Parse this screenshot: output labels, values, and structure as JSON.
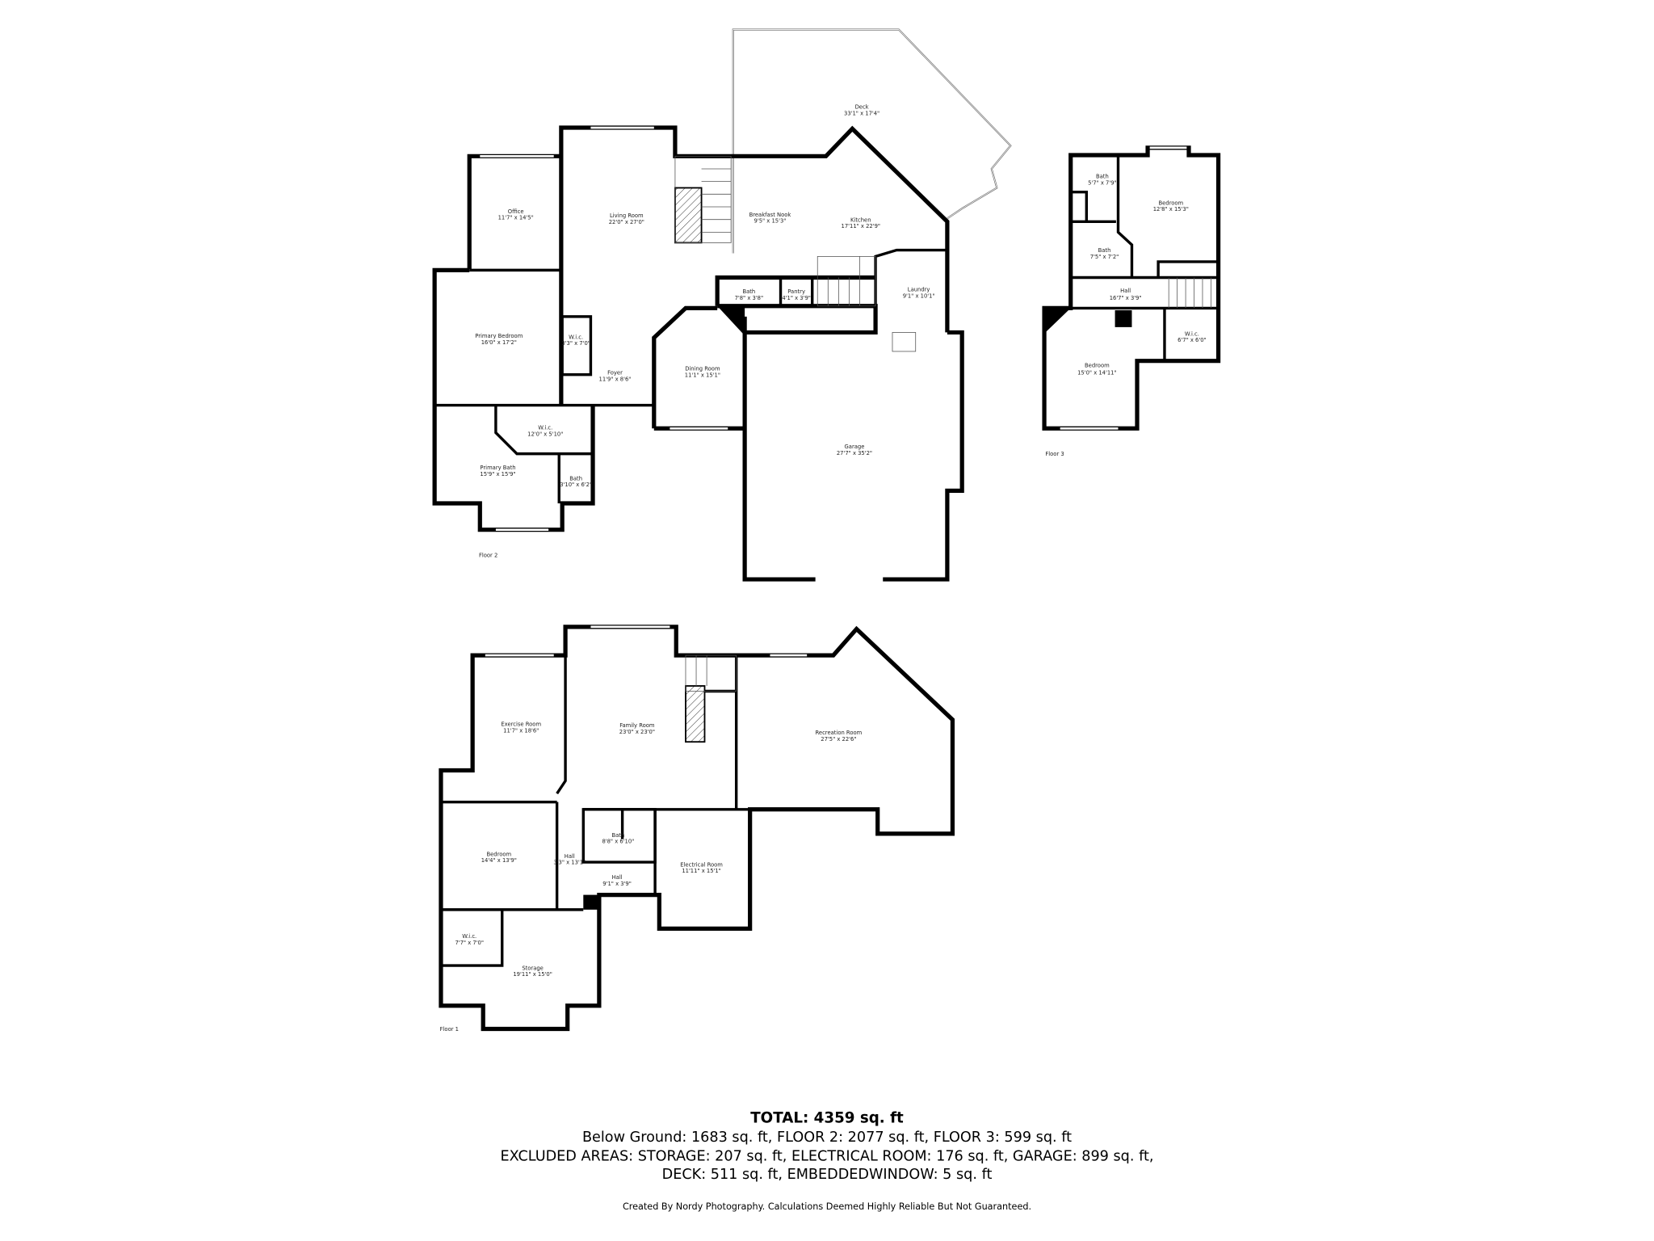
{
  "floor2": {
    "label": "Floor 2",
    "rooms": {
      "deck": {
        "name": "Deck",
        "dims": "33'1\" x 17'4\""
      },
      "office": {
        "name": "Office",
        "dims": "11'7\" x 14'5\""
      },
      "living": {
        "name": "Living Room",
        "dims": "22'0\" x 27'0\""
      },
      "nook": {
        "name": "Breakfast Nook",
        "dims": "9'5\" x 15'3\""
      },
      "kitchen": {
        "name": "Kitchen",
        "dims": "17'11\" x 22'9\""
      },
      "primary_bedroom": {
        "name": "Primary Bedroom",
        "dims": "16'0\" x 17'2\""
      },
      "wic1": {
        "name": "W.i.c.",
        "dims": "3'3\" x 7'0\""
      },
      "foyer": {
        "name": "Foyer",
        "dims": "11'9\" x 8'6\""
      },
      "bath1": {
        "name": "Bath",
        "dims": "7'8\" x 3'8\""
      },
      "pantry": {
        "name": "Pantry",
        "dims": "4'1\" x 3'9\""
      },
      "laundry": {
        "name": "Laundry",
        "dims": "9'1\" x 10'1\""
      },
      "dining": {
        "name": "Dining Room",
        "dims": "11'1\" x 15'1\""
      },
      "wic2": {
        "name": "W.i.c.",
        "dims": "12'0\" x 5'10\""
      },
      "primary_bath": {
        "name": "Primary Bath",
        "dims": "15'9\" x 15'9\""
      },
      "bath2": {
        "name": "Bath",
        "dims": "3'10\" x 6'2\""
      },
      "garage": {
        "name": "Garage",
        "dims": "27'7\" x 35'2\""
      }
    }
  },
  "floor3": {
    "label": "Floor 3",
    "rooms": {
      "bath1": {
        "name": "Bath",
        "dims": "5'7\" x 7'9\""
      },
      "bedroom1": {
        "name": "Bedroom",
        "dims": "12'8\" x 15'3\""
      },
      "bath2": {
        "name": "Bath",
        "dims": "7'5\" x 7'2\""
      },
      "hall": {
        "name": "Hall",
        "dims": "16'7\" x 3'9\""
      },
      "wic": {
        "name": "W.i.c.",
        "dims": "6'7\" x 6'0\""
      },
      "bedroom2": {
        "name": "Bedroom",
        "dims": "15'0\" x 14'11\""
      }
    }
  },
  "floor1": {
    "label": "Floor 1",
    "rooms": {
      "exercise": {
        "name": "Exercise Room",
        "dims": "11'7\" x 18'6\""
      },
      "family": {
        "name": "Family Room",
        "dims": "23'0\" x 23'0\""
      },
      "recreation": {
        "name": "Recreation Room",
        "dims": "27'5\" x 22'6\""
      },
      "bath": {
        "name": "Bath",
        "dims": "8'8\" x 6'10\""
      },
      "hall1": {
        "name": "Hall",
        "dims": "3'3\" x 13'1\""
      },
      "hall2": {
        "name": "Hall",
        "dims": "9'1\" x 3'9\""
      },
      "bedroom": {
        "name": "Bedroom",
        "dims": "14'4\" x 13'9\""
      },
      "electrical": {
        "name": "Electrical Room",
        "dims": "11'11\" x 15'1\""
      },
      "wic": {
        "name": "W.i.c.",
        "dims": "7'7\" x 7'0\""
      },
      "storage": {
        "name": "Storage",
        "dims": "19'11\" x 15'0\""
      }
    }
  },
  "summary": {
    "total": "TOTAL: 4359 sq. ft",
    "line1": "Below Ground: 1683 sq. ft, FLOOR 2: 2077 sq. ft, FLOOR 3: 599 sq. ft",
    "line2": "EXCLUDED AREAS: STORAGE: 207 sq. ft, ELECTRICAL ROOM: 176 sq. ft, GARAGE: 899 sq. ft,",
    "line3": "DECK: 511 sq. ft, EMBEDDEDWINDOW: 5 sq. ft",
    "footer": "Created By Nordy Photography. Calculations Deemed Highly Reliable But Not Guaranteed."
  }
}
